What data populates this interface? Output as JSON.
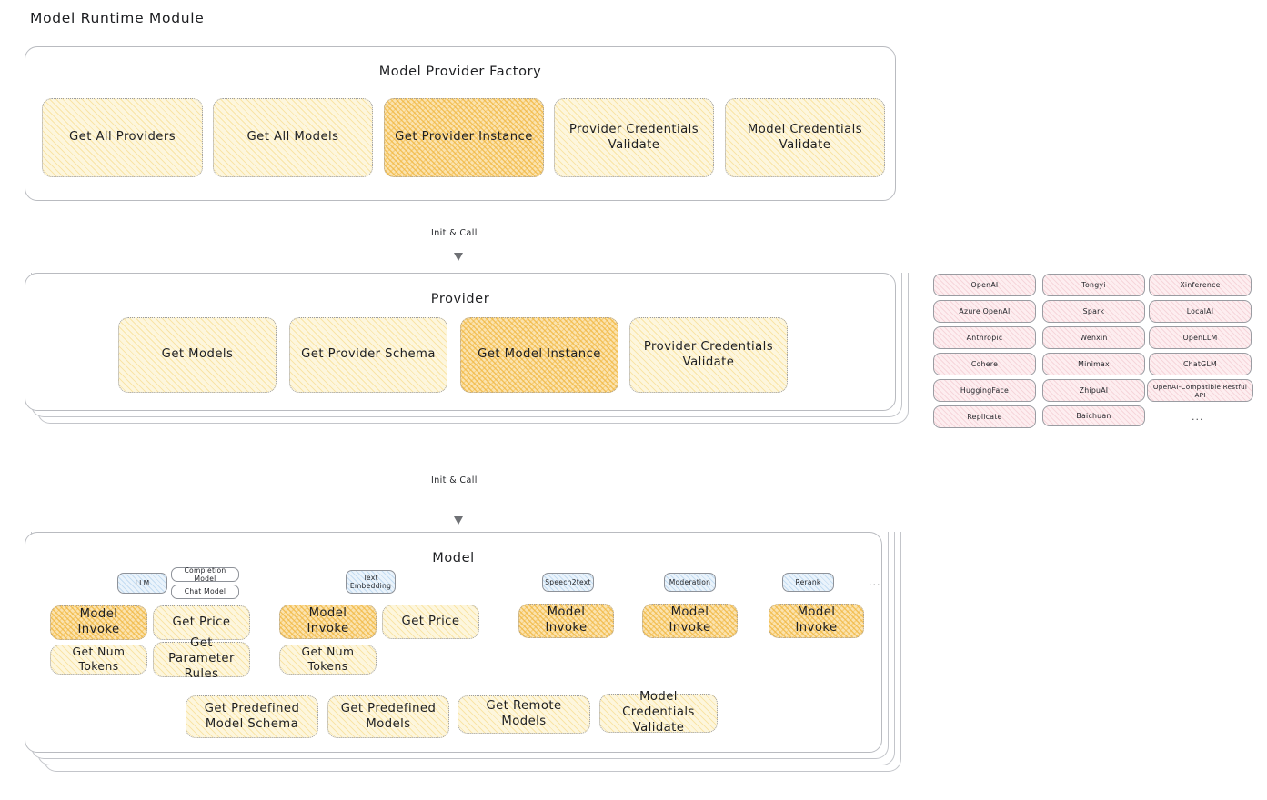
{
  "page": {
    "title": "Model Runtime Module"
  },
  "factory": {
    "header": "Model Provider Factory",
    "nodes": [
      {
        "label": "Get All Providers",
        "highlight": false
      },
      {
        "label": "Get All Models",
        "highlight": false
      },
      {
        "label": "Get Provider Instance",
        "highlight": true
      },
      {
        "label": "Provider Credentials Validate",
        "highlight": false
      },
      {
        "label": "Model Credentials Validate",
        "highlight": false
      }
    ]
  },
  "arrows": [
    {
      "label": "Init & Call"
    },
    {
      "label": "Init & Call"
    }
  ],
  "provider": {
    "header": "Provider",
    "nodes": [
      {
        "label": "Get Models",
        "highlight": false
      },
      {
        "label": "Get Provider Schema",
        "highlight": false
      },
      {
        "label": "Get Model Instance",
        "highlight": true
      },
      {
        "label": "Provider Credentials Validate",
        "highlight": false
      }
    ]
  },
  "provider_list": {
    "columns": [
      {
        "items": [
          "OpenAI",
          "Azure OpenAI",
          "Anthropic",
          "Cohere",
          "HuggingFace",
          "Replicate"
        ]
      },
      {
        "items": [
          "Tongyi",
          "Spark",
          "Wenxin",
          "Minimax",
          "ZhipuAI",
          "Baichuan"
        ]
      },
      {
        "items": [
          "Xinference",
          "LocalAI",
          "OpenLLM",
          "ChatGLM",
          "OpenAI-Compatible Restful API"
        ]
      }
    ],
    "more": "..."
  },
  "model": {
    "header": "Model",
    "more": "...",
    "types": [
      {
        "chip": "LLM",
        "subchips": [
          "Completion Model",
          "Chat Model"
        ],
        "nodes": [
          {
            "label": "Model Invoke",
            "highlight": true
          },
          {
            "label": "Get Price",
            "highlight": false
          },
          {
            "label": "Get Num Tokens",
            "highlight": false
          },
          {
            "label": "Get Parameter Rules",
            "highlight": false
          }
        ]
      },
      {
        "chip": "Text Embedding",
        "subchips": [],
        "nodes": [
          {
            "label": "Model Invoke",
            "highlight": true
          },
          {
            "label": "Get Price",
            "highlight": false
          },
          {
            "label": "Get Num Tokens",
            "highlight": false
          }
        ]
      },
      {
        "chip": "Speech2text",
        "subchips": [],
        "nodes": [
          {
            "label": "Model Invoke",
            "highlight": true
          }
        ]
      },
      {
        "chip": "Moderation",
        "subchips": [],
        "nodes": [
          {
            "label": "Model Invoke",
            "highlight": true
          }
        ]
      },
      {
        "chip": "Rerank",
        "subchips": [],
        "nodes": [
          {
            "label": "Model Invoke",
            "highlight": true
          }
        ]
      }
    ],
    "common_nodes": [
      {
        "label": "Get Predefined Model Schema"
      },
      {
        "label": "Get Predefined Models"
      },
      {
        "label": "Get Remote Models"
      },
      {
        "label": "Model Credentials Validate"
      }
    ]
  },
  "colors": {
    "node_fill": "#fdf6dd",
    "node_highlight_fill": "#fbe3af",
    "chip_fill": "#eaf3fb",
    "pill_fill": "#fdeef0",
    "border": "#b9bbc0",
    "text": "#1f2023"
  }
}
